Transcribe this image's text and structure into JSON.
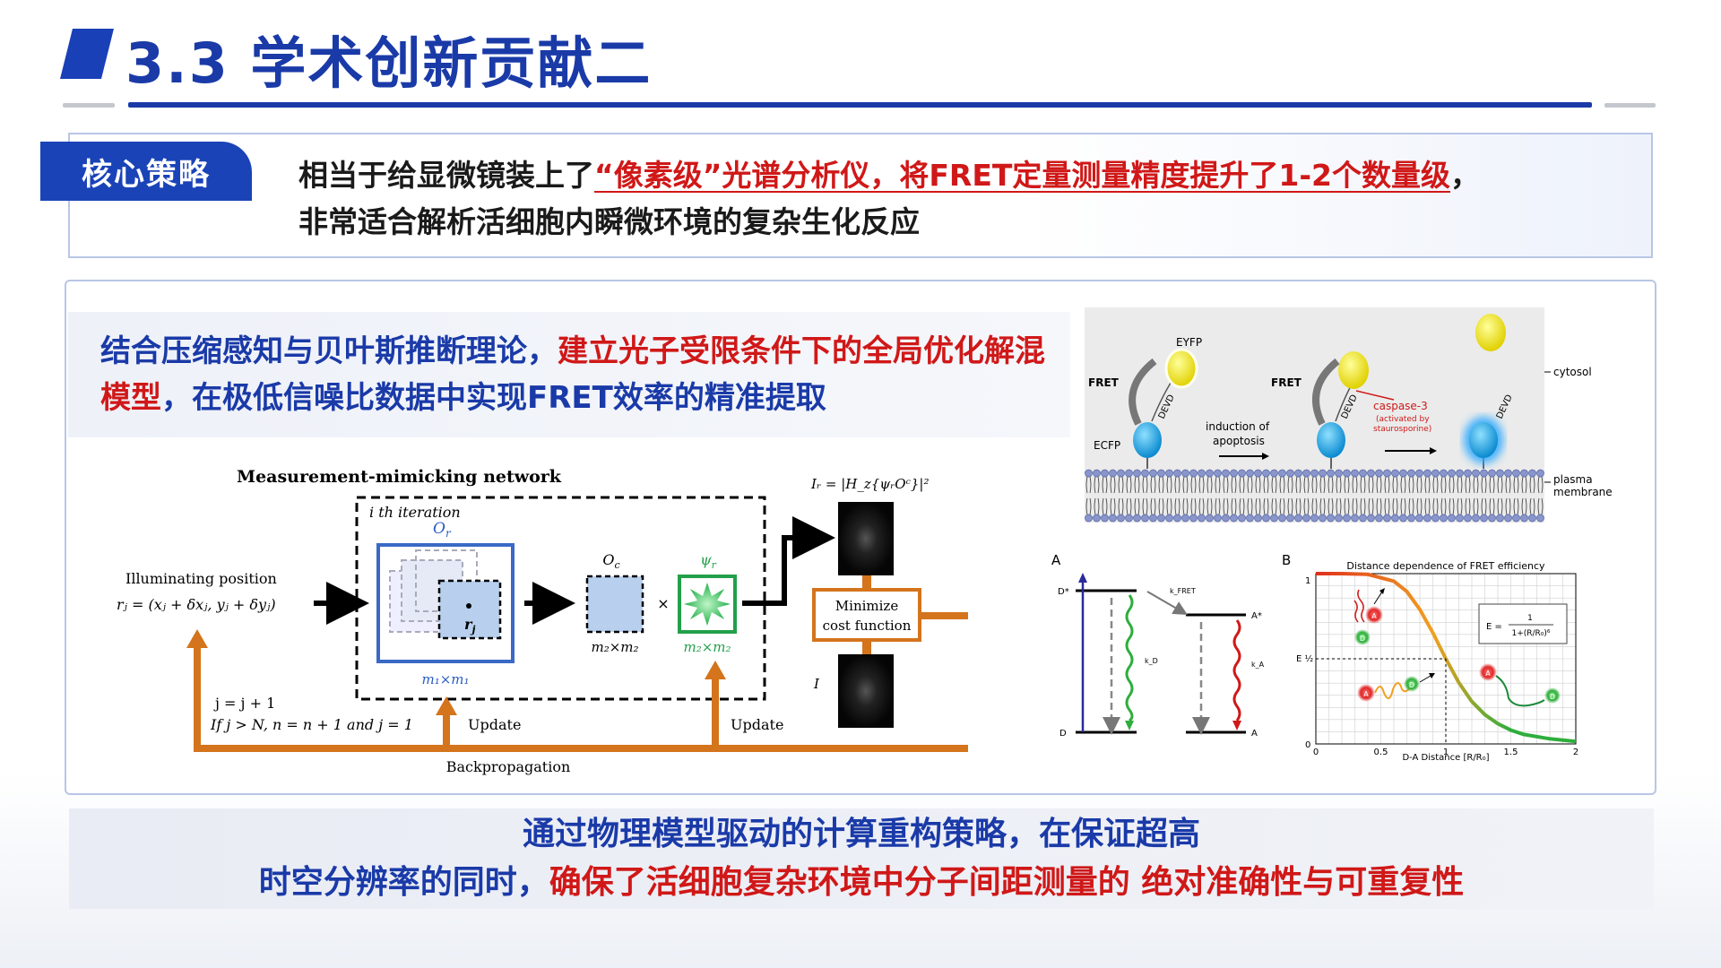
{
  "header": {
    "title": "3.3  学术创新贡献二"
  },
  "core": {
    "tag": "核心策略",
    "line1_a": "相当于给显微镜装上了",
    "line1_b": "“像素级”光谱分析仪，将FRET定量测量精度提升了1-2个数量级",
    "line1_c": "，",
    "line2": "非常适合解析活细胞内瞬微环境的复杂生化反应"
  },
  "main": {
    "text_a": "结合压缩感知与贝叶斯推断理论，",
    "text_b": "建立光子受限条件下的全局优化解混模型",
    "text_c": "，在极低信噪比数据中实现FRET效率的精准提取"
  },
  "network": {
    "title": "Measurement-mimicking network",
    "iteration": "i th iteration",
    "or_label": "O",
    "or_sub": "r",
    "oc_label": "O",
    "oc_sub": "c",
    "psi_label": "ψ",
    "psi_sub": "r",
    "rj_label": "r",
    "rj_sub": "j",
    "m1": "m₁×m₁",
    "m2a": "m₂×m₂",
    "m2b": "m₂×m₂",
    "times": "×",
    "illum_1": "Illuminating position",
    "illum_2": "rⱼ = (xⱼ + δxⱼ, yⱼ + δyⱼ)",
    "ir_eq": "Iᵣ = |H_z{ψᵣOᶜ}|²",
    "minimize_1": "Minimize",
    "minimize_2": "cost function",
    "i_label": "I",
    "loop_1": "j = j + 1",
    "loop_2": "If j > N, n = n + 1 and j = 1",
    "update_1": "Update",
    "update_2": "Update",
    "backprop": "Backpropagation"
  },
  "membrane": {
    "eyfp": "EYFP",
    "fret_1": "FRET",
    "fret_2": "FRET",
    "ecfp": "ECFP",
    "devd_1": "DEVD",
    "devd_2": "DEVD",
    "devd_3": "DEVD",
    "induction_1": "induction of",
    "induction_2": "apoptosis",
    "caspase_1": "caspase-3",
    "caspase_2": "(activated by",
    "caspase_3": "staurosporine)",
    "cytosol": "cytosol",
    "plasma_1": "plasma",
    "plasma_2": "membrane"
  },
  "jablonski": {
    "panel": "A",
    "d_star": "D*",
    "d": "D",
    "a_star": "A*",
    "a": "A",
    "kfret": "k_FRET",
    "kd": "k_D",
    "ka": "k_A"
  },
  "distance_chart": {
    "panel": "B",
    "title": "Distance dependence of FRET efficiency",
    "xlabel": "D-A Distance [R/R₀]",
    "y_top": "1",
    "y_half": "E ½",
    "y_zero": "0",
    "x_ticks": [
      "0",
      "0.5",
      "1",
      "1.5",
      "2"
    ],
    "formula_num": "1",
    "formula_lhs": "E =",
    "formula_den": "1+(R/R₀)⁶",
    "a_mark": "A",
    "d_mark": "D"
  },
  "chart_data": {
    "type": "line",
    "title": "Distance dependence of FRET efficiency",
    "xlabel": "D-A Distance [R/R₀]",
    "ylabel": "",
    "xlim": [
      0,
      2
    ],
    "ylim": [
      0,
      1
    ],
    "x_ticks": [
      0,
      0.5,
      1,
      1.5,
      2
    ],
    "grid": true,
    "series": [
      {
        "x": [
          0,
          0.2,
          0.4,
          0.6,
          0.7,
          0.8,
          0.9,
          1.0,
          1.1,
          1.2,
          1.3,
          1.4,
          1.5,
          1.6,
          1.8,
          2.0
        ],
        "y": [
          1.0,
          1.0,
          0.996,
          0.956,
          0.895,
          0.79,
          0.653,
          0.5,
          0.36,
          0.249,
          0.172,
          0.119,
          0.081,
          0.056,
          0.03,
          0.015
        ]
      }
    ]
  },
  "bottom": {
    "line1": "通过物理模型驱动的计算重构策略，在保证超高",
    "line2_a": "时空分辨率的同时，",
    "line2_b": "确保了活细胞复杂环境中分子间距测量的 绝对准确性与可重复性"
  },
  "colors": {
    "brand_blue": "#1a3aa8",
    "accent_red": "#d01818",
    "orange": "#d4741c",
    "green": "#2eae3c"
  }
}
